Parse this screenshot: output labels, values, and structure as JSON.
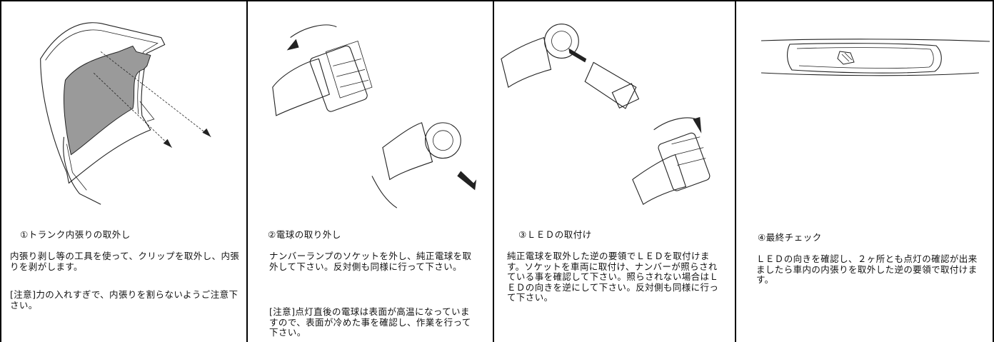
{
  "steps": [
    {
      "title": "①トランク内張りの取外し",
      "text": "内張り剥し等の工具を使って、クリップを取外し、内張りを剥がします。",
      "note": "[注意]力の入れすぎで、内張りを割らないようご注意下さい。",
      "illustration": "trunk-liner-removal"
    },
    {
      "title": "②電球の取り外し",
      "text": "ナンバーランプのソケットを外し、純正電球を取外して下さい。反対側も同様に行って下さい。",
      "note": "[注意]点灯直後の電球は表面が高温になっていますので、表面が冷めた事を確認し、作業を行って下さい。",
      "illustration": "bulb-removal"
    },
    {
      "title": "③ＬＥＤの取付け",
      "text": "純正電球を取外した逆の要領でＬＥＤを取付けます。ソケットを車両に取付け、ナンバーが照らされている事を確認して下さい。照らされない場合はＬＥＤの向きを逆にして下さい。反対側も同様に行って下さい。",
      "illustration": "led-installation"
    },
    {
      "title": "④最終チェック",
      "text": "ＬＥＤの向きを確認し、２ヶ所とも点灯の確認が出来ましたら車内の内張りを取外した逆の要領で取付けます。",
      "illustration": "final-check"
    }
  ],
  "colors": {
    "border": "#000000",
    "panel_fill": "#9a9a9a",
    "text": "#111111"
  }
}
